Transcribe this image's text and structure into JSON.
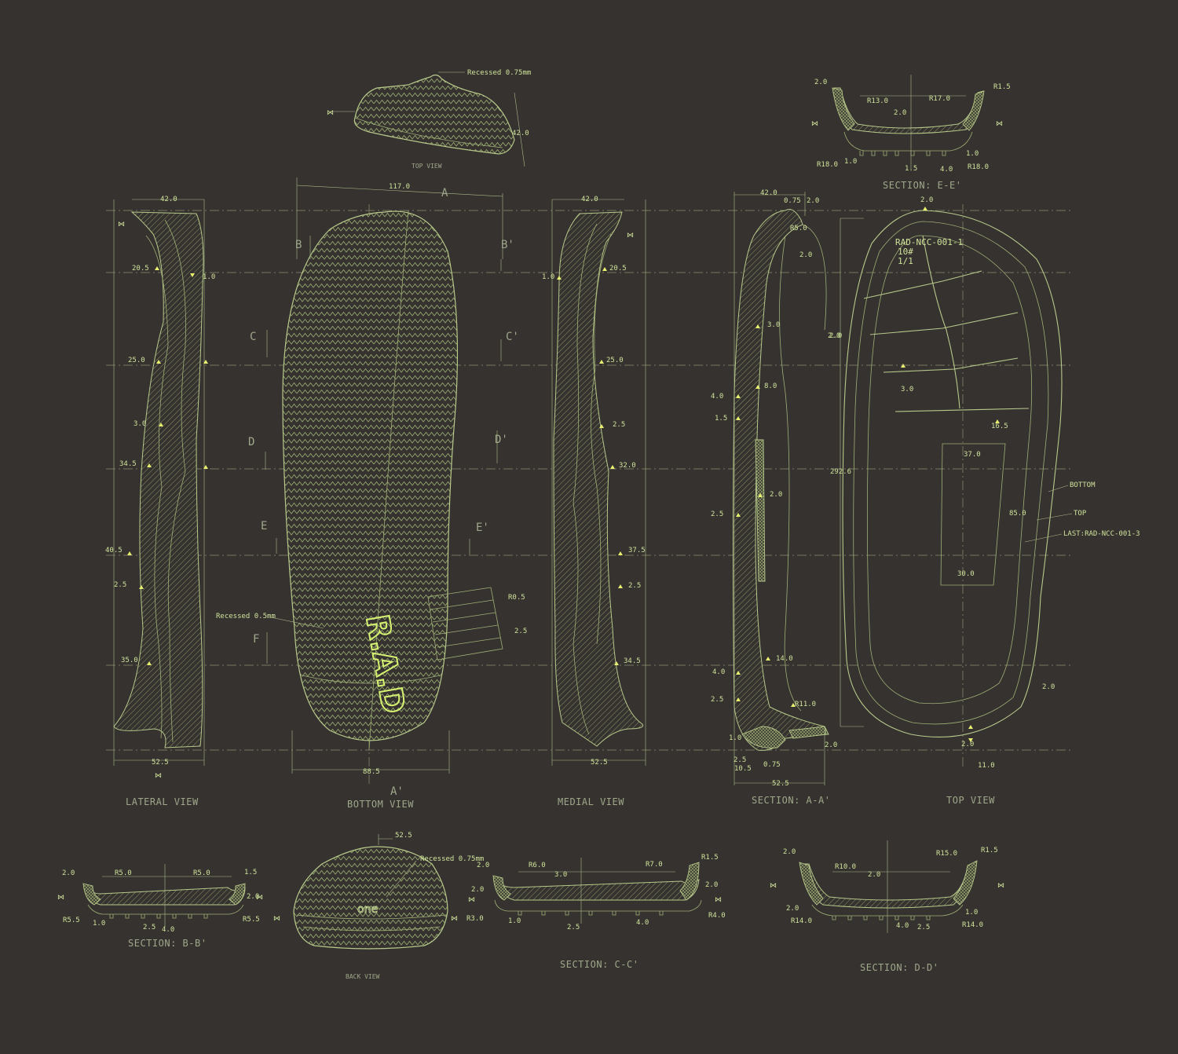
{
  "views": {
    "lateral": "LATERAL VIEW",
    "bottom": "BOTTOM VIEW",
    "medial": "MEDIAL VIEW",
    "section_aa": "SECTION: A-A'",
    "top": "TOP VIEW",
    "top_small": "TOP VIEW",
    "back": "BACK VIEW",
    "section_bb": "SECTION: B-B'",
    "section_cc": "SECTION: C-C'",
    "section_dd": "SECTION: D-D'",
    "section_ee": "SECTION: E-E'"
  },
  "notes": {
    "recessed_top": "Recessed 0.75mm",
    "recessed_bottom": "Recessed 0.5mm",
    "recessed_back": "Recessed 0.75mm",
    "brand": "R.A.D",
    "back_logo": "one",
    "model_code": "RAD-NCC-001-1",
    "size": "10#",
    "ratio": "1/1",
    "bottom_label": "BOTTOM",
    "top_label": "TOP",
    "last_label": "LAST:RAD-NCC-001-3"
  },
  "section_letters": [
    "A",
    "A'",
    "B",
    "B'",
    "C",
    "C'",
    "D",
    "D'",
    "E",
    "E'",
    "F"
  ],
  "dims": {
    "top_view_width": "42.0",
    "bottom_len": "117.0",
    "bottom_width": "88.5",
    "lateral_top": "42.0",
    "lateral_bottom": "52.5",
    "lateral": [
      "20.5",
      "1.0",
      "25.0",
      "3.0",
      "34.5",
      "40.5",
      "2.5",
      "35.0"
    ],
    "medial_top": "42.0",
    "medial_bottom": "52.5",
    "medial": [
      "20.5",
      "1.0",
      "25.0",
      "2.5",
      "32.0",
      "37.5",
      "2.5",
      "34.5"
    ],
    "aa": [
      "42.0",
      "0.75",
      "2.0",
      "R5.0",
      "2.0",
      "3.0",
      "4.0",
      "8.0",
      "1.5",
      "2.0",
      "2.5",
      "14.0",
      "4.0",
      "2.5",
      "R11.0",
      "1.0",
      "2.5",
      "0.75",
      "10.5",
      "52.5",
      "2.0",
      "2.0"
    ],
    "tv": [
      "2.0",
      "2.0",
      "3.0",
      "16.5",
      "37.0",
      "292.6",
      "85.0",
      "30.0",
      "2.0",
      "2.0",
      "11.0"
    ],
    "rad_r": [
      "R0.5",
      "2.5"
    ],
    "ee": [
      "2.0",
      "R13.0",
      "R17.0",
      "R1.5",
      "2.0",
      "R18.0",
      "1.0",
      "1.5",
      "4.0",
      "1.0",
      "R18.0"
    ],
    "bb": [
      "2.0",
      "R5.0",
      "R5.0",
      "1.5",
      "2.0",
      "R5.5",
      "1.0",
      "2.5",
      "4.0",
      "R5.5"
    ],
    "back": [
      "52.5"
    ],
    "cc": [
      "2.0",
      "R6.0",
      "3.0",
      "R7.0",
      "R1.5",
      "2.0",
      "2.0",
      "R3.0",
      "1.0",
      "2.5",
      "4.0",
      "R4.0"
    ],
    "dd": [
      "2.0",
      "R10.0",
      "2.0",
      "R15.0",
      "R1.5",
      "2.0",
      "R14.0",
      "4.0",
      "2.5",
      "1.0",
      "R14.0"
    ]
  },
  "colors": {
    "background": "#363230",
    "line": "#b7c98a",
    "highlight": "#d4f070",
    "arrow": "#e8f070"
  }
}
